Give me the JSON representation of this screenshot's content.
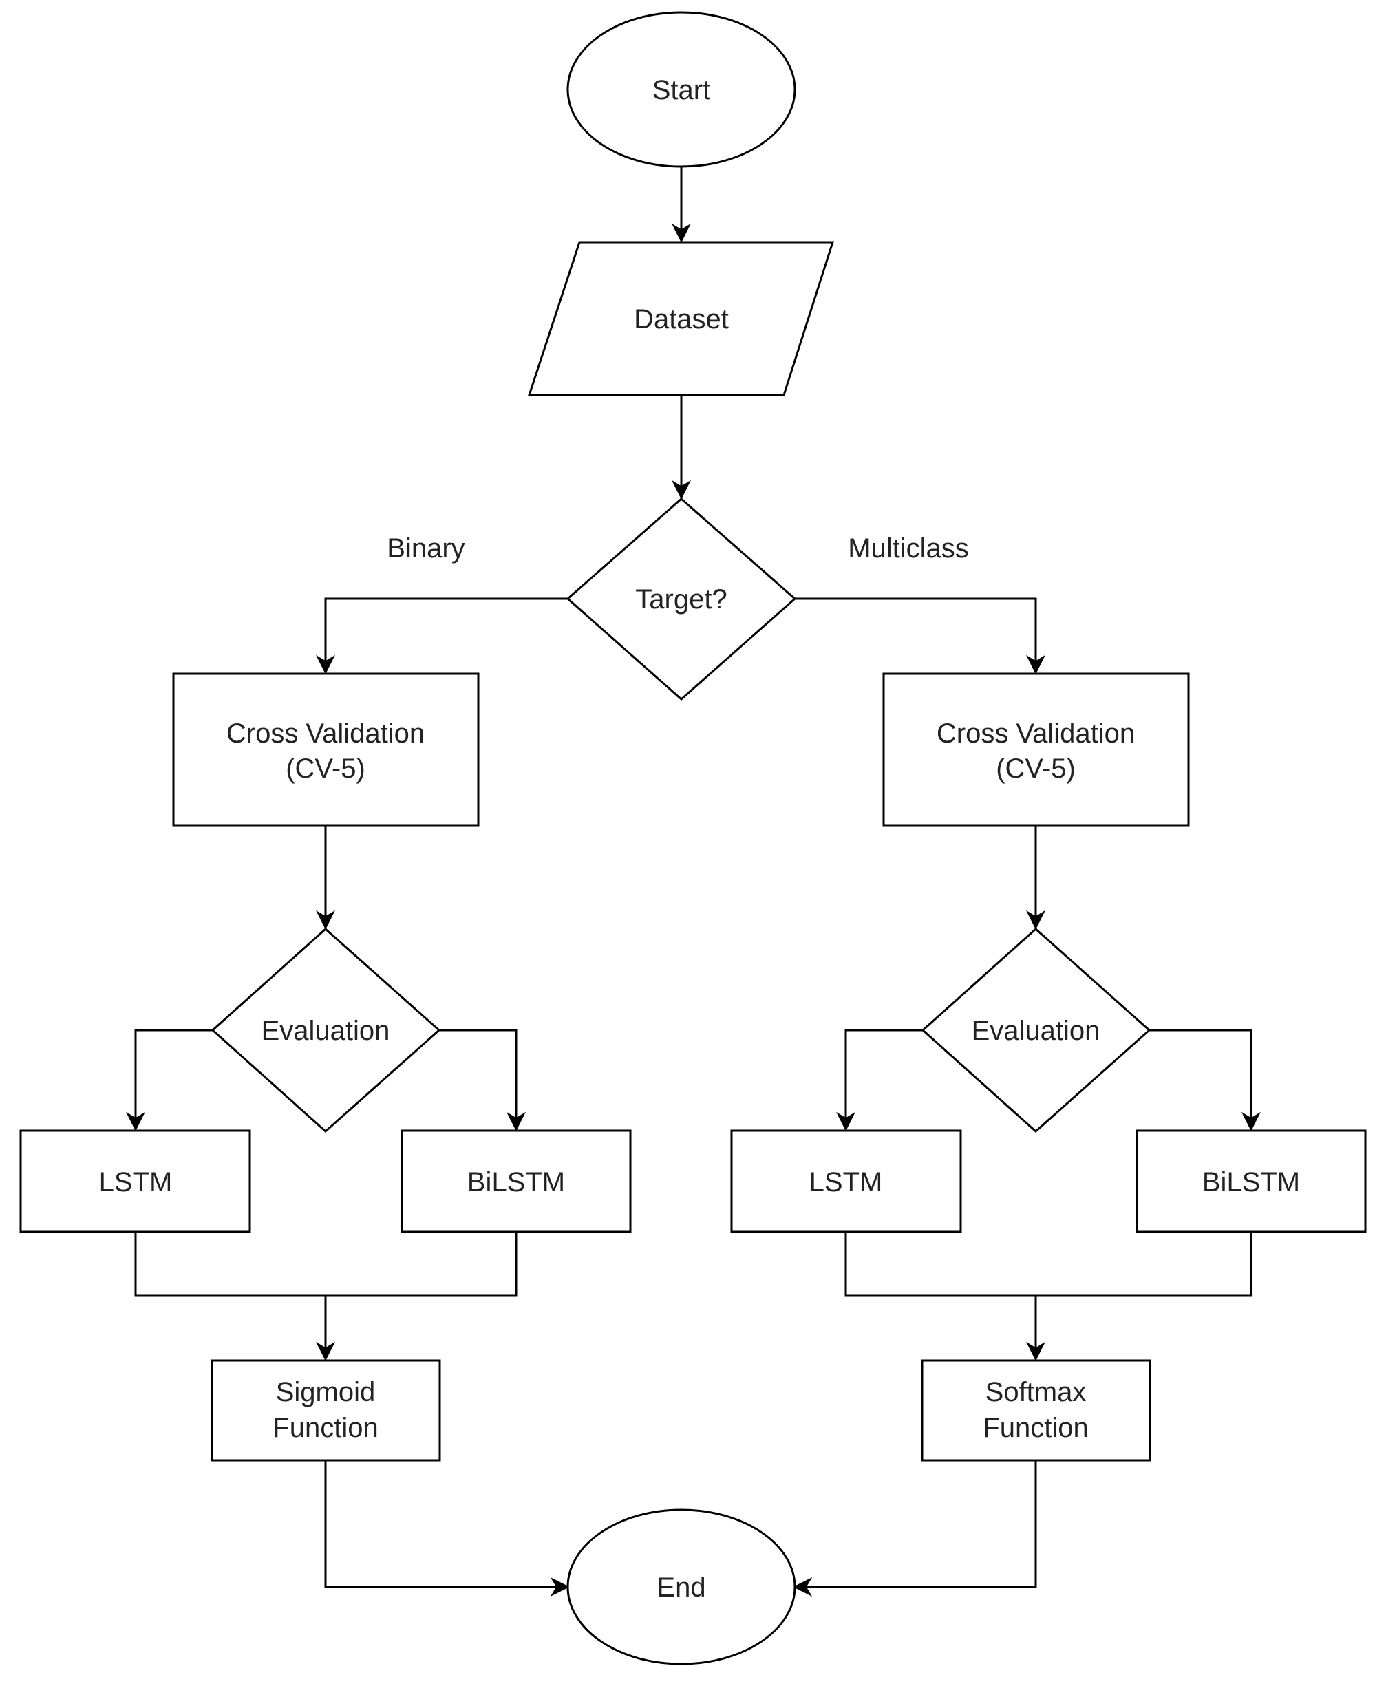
{
  "nodes": {
    "start": "Start",
    "dataset": "Dataset",
    "target": "Target?",
    "cv_left_line1": "Cross Validation",
    "cv_left_line2": "(CV-5)",
    "cv_right_line1": "Cross Validation",
    "cv_right_line2": "(CV-5)",
    "eval_left": "Evaluation",
    "eval_right": "Evaluation",
    "lstm_left": "LSTM",
    "bilstm_left": "BiLSTM",
    "lstm_right": "LSTM",
    "bilstm_right": "BiLSTM",
    "sigmoid_line1": "Sigmoid",
    "sigmoid_line2": "Function",
    "softmax_line1": "Softmax",
    "softmax_line2": "Function",
    "end": "End"
  },
  "edge_labels": {
    "binary": "Binary",
    "multiclass": "Multiclass"
  }
}
